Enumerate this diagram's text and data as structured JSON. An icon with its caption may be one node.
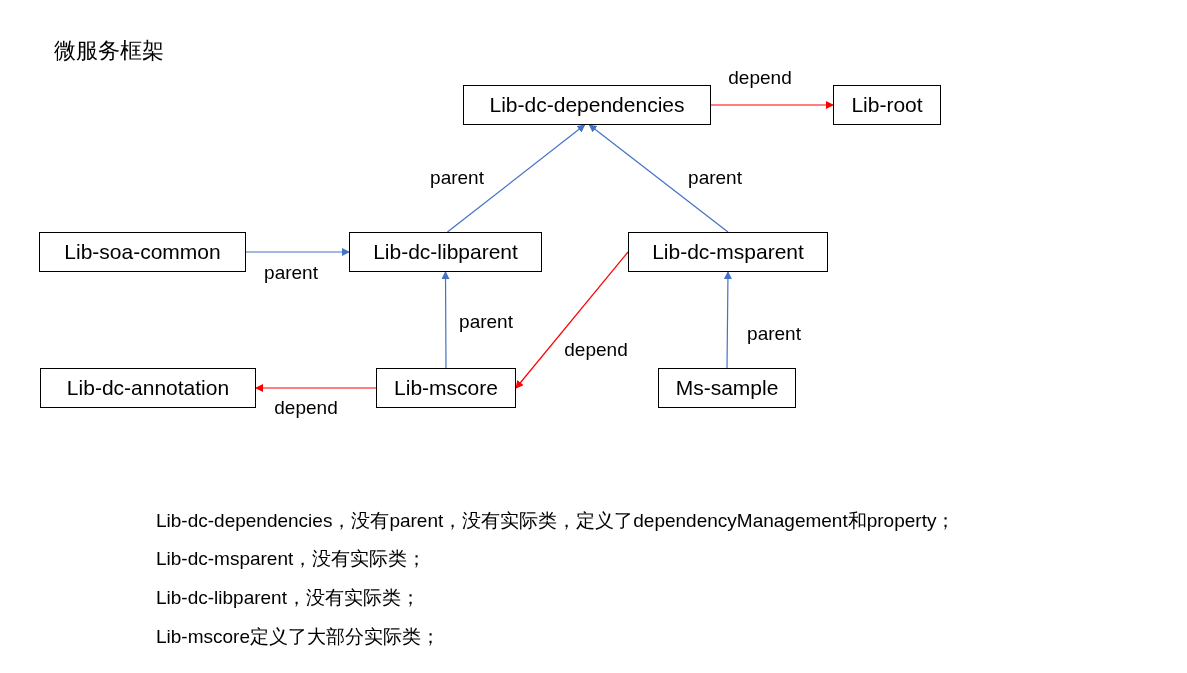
{
  "diagram": {
    "title": "微服务框架",
    "nodes": [
      {
        "text": [
          "Lib-dc-dependencies"
        ]
      },
      {
        "text": [
          "Lib-root"
        ]
      },
      {
        "text": [
          "Lib-soa-common"
        ]
      },
      {
        "text": [
          "Lib-dc-libparent"
        ]
      },
      {
        "text": [
          "Lib-dc-msparent"
        ]
      },
      {
        "text": [
          "Lib-dc-annotation"
        ]
      },
      {
        "text": [
          "Lib-mscore"
        ]
      },
      {
        "text": [
          "Ms-sample"
        ]
      }
    ],
    "edges": [
      {
        "from": 0,
        "to": 1,
        "arrow": "to",
        "label": "depend",
        "color": "#ff0000"
      },
      {
        "from": 3,
        "to": 0,
        "arrow": "to",
        "label": "parent"
      },
      {
        "from": 4,
        "to": 0,
        "arrow": "to",
        "label": "parent"
      },
      {
        "from": 2,
        "to": 3,
        "arrow": "to",
        "label": "parent"
      },
      {
        "from": 6,
        "to": 3,
        "arrow": "to",
        "label": "parent"
      },
      {
        "from": 4,
        "to": 6,
        "arrow": "to",
        "label": "depend",
        "color": "#ff0000"
      },
      {
        "from": 6,
        "to": 5,
        "arrow": "to",
        "label": "depend",
        "color": "#ff0000"
      },
      {
        "from": 7,
        "to": 4,
        "arrow": "to",
        "label": "parent"
      }
    ],
    "labels": [
      "Lib-dc-dependencies，没有parent，没有实际类，定义了dependencyManagement和property；",
      "Lib-dc-msparent，没有实际类；",
      "Lib-dc-libparent，没有实际类；",
      "Lib-mscore定义了大部分实际类；"
    ]
  }
}
